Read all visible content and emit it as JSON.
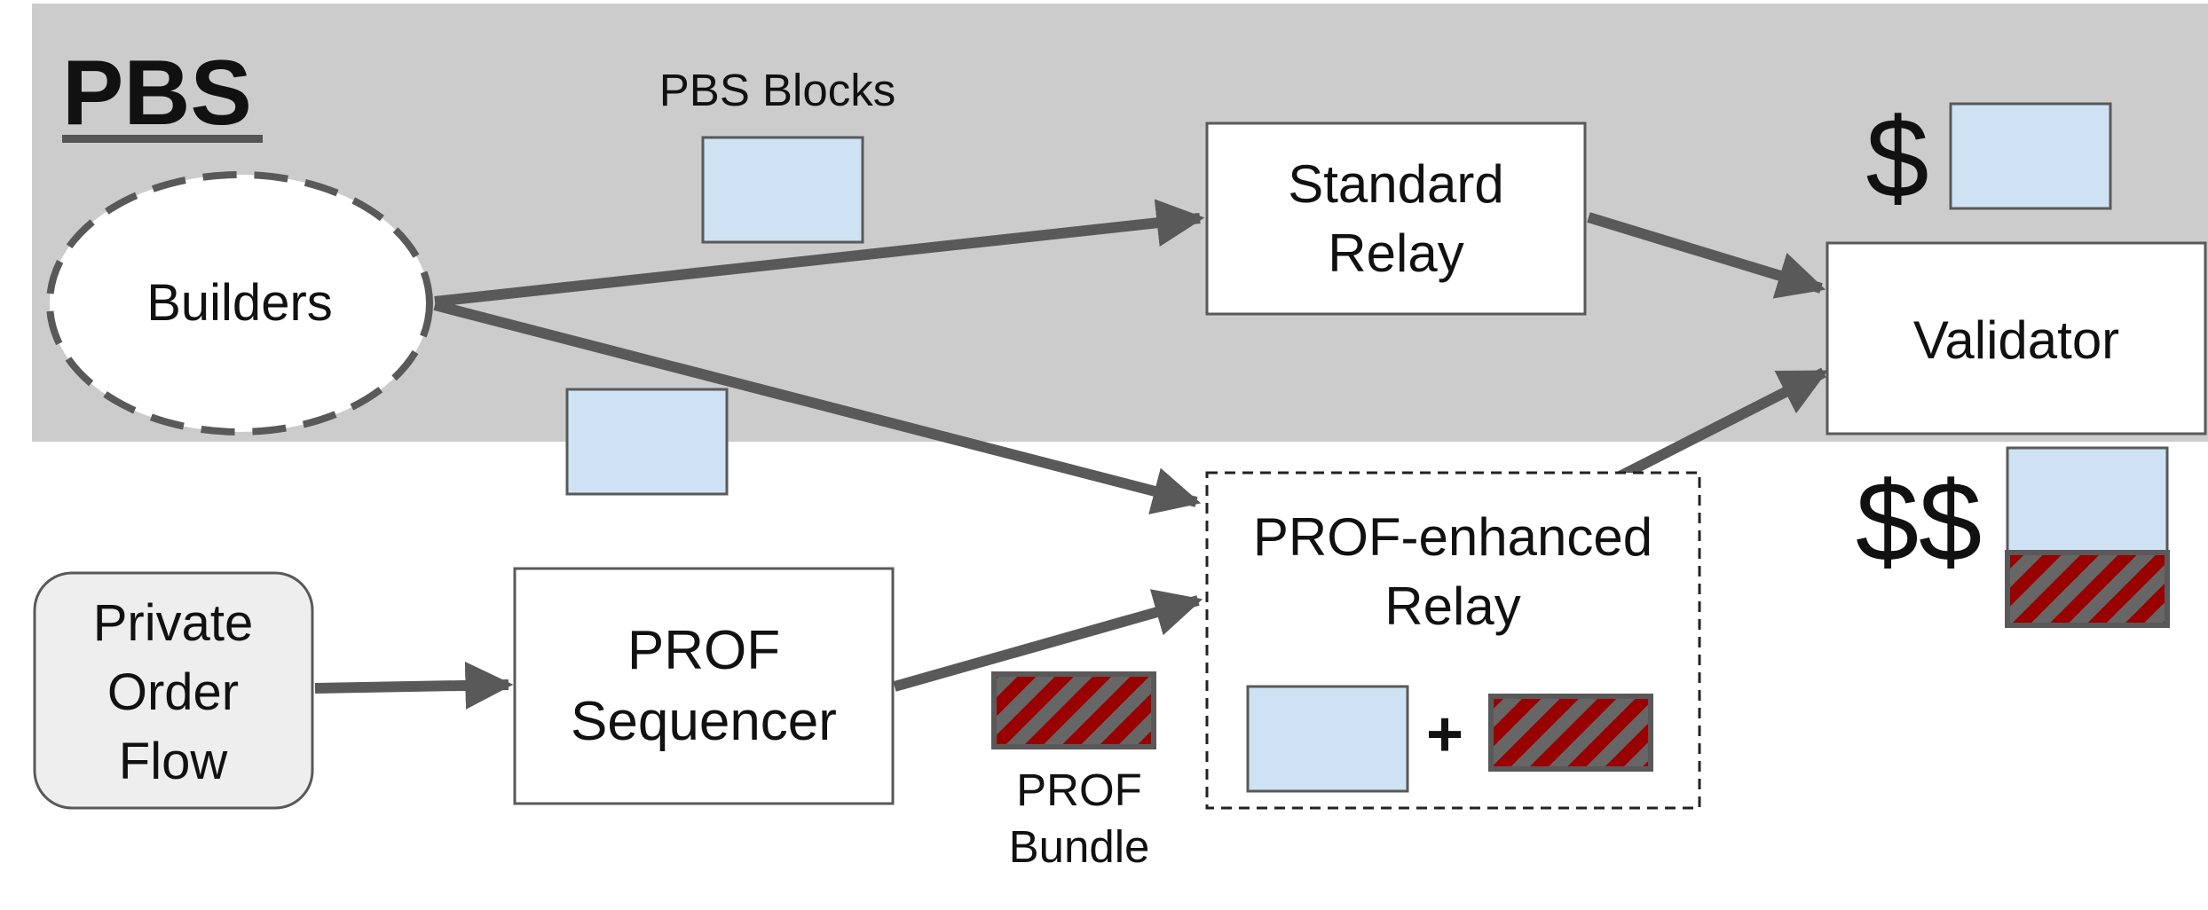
{
  "region": {
    "label": "PBS"
  },
  "nodes": {
    "builders": {
      "label": "Builders"
    },
    "standard_relay": {
      "lines": [
        "Standard",
        "Relay"
      ]
    },
    "validator": {
      "label": "Validator"
    },
    "private_order_flow": {
      "lines": [
        "Private",
        "Order",
        "Flow"
      ]
    },
    "prof_sequencer": {
      "lines": [
        "PROF",
        "Sequencer"
      ]
    },
    "prof_relay": {
      "lines": [
        "PROF-enhanced",
        "Relay"
      ]
    }
  },
  "labels": {
    "pbs_blocks": "PBS Blocks",
    "prof_bundle": [
      "PROF",
      "Bundle"
    ],
    "plus": "+",
    "payment_low": "$",
    "payment_high": "$$"
  },
  "colors": {
    "region_bg": "#cccccc",
    "block_fill": "#cfe2f3",
    "bundle_red": "#990000",
    "bundle_gray": "#666666",
    "arrow": "#595959",
    "dollar_green": "#4e8a2e",
    "pof_fill": "#eeeeee"
  }
}
